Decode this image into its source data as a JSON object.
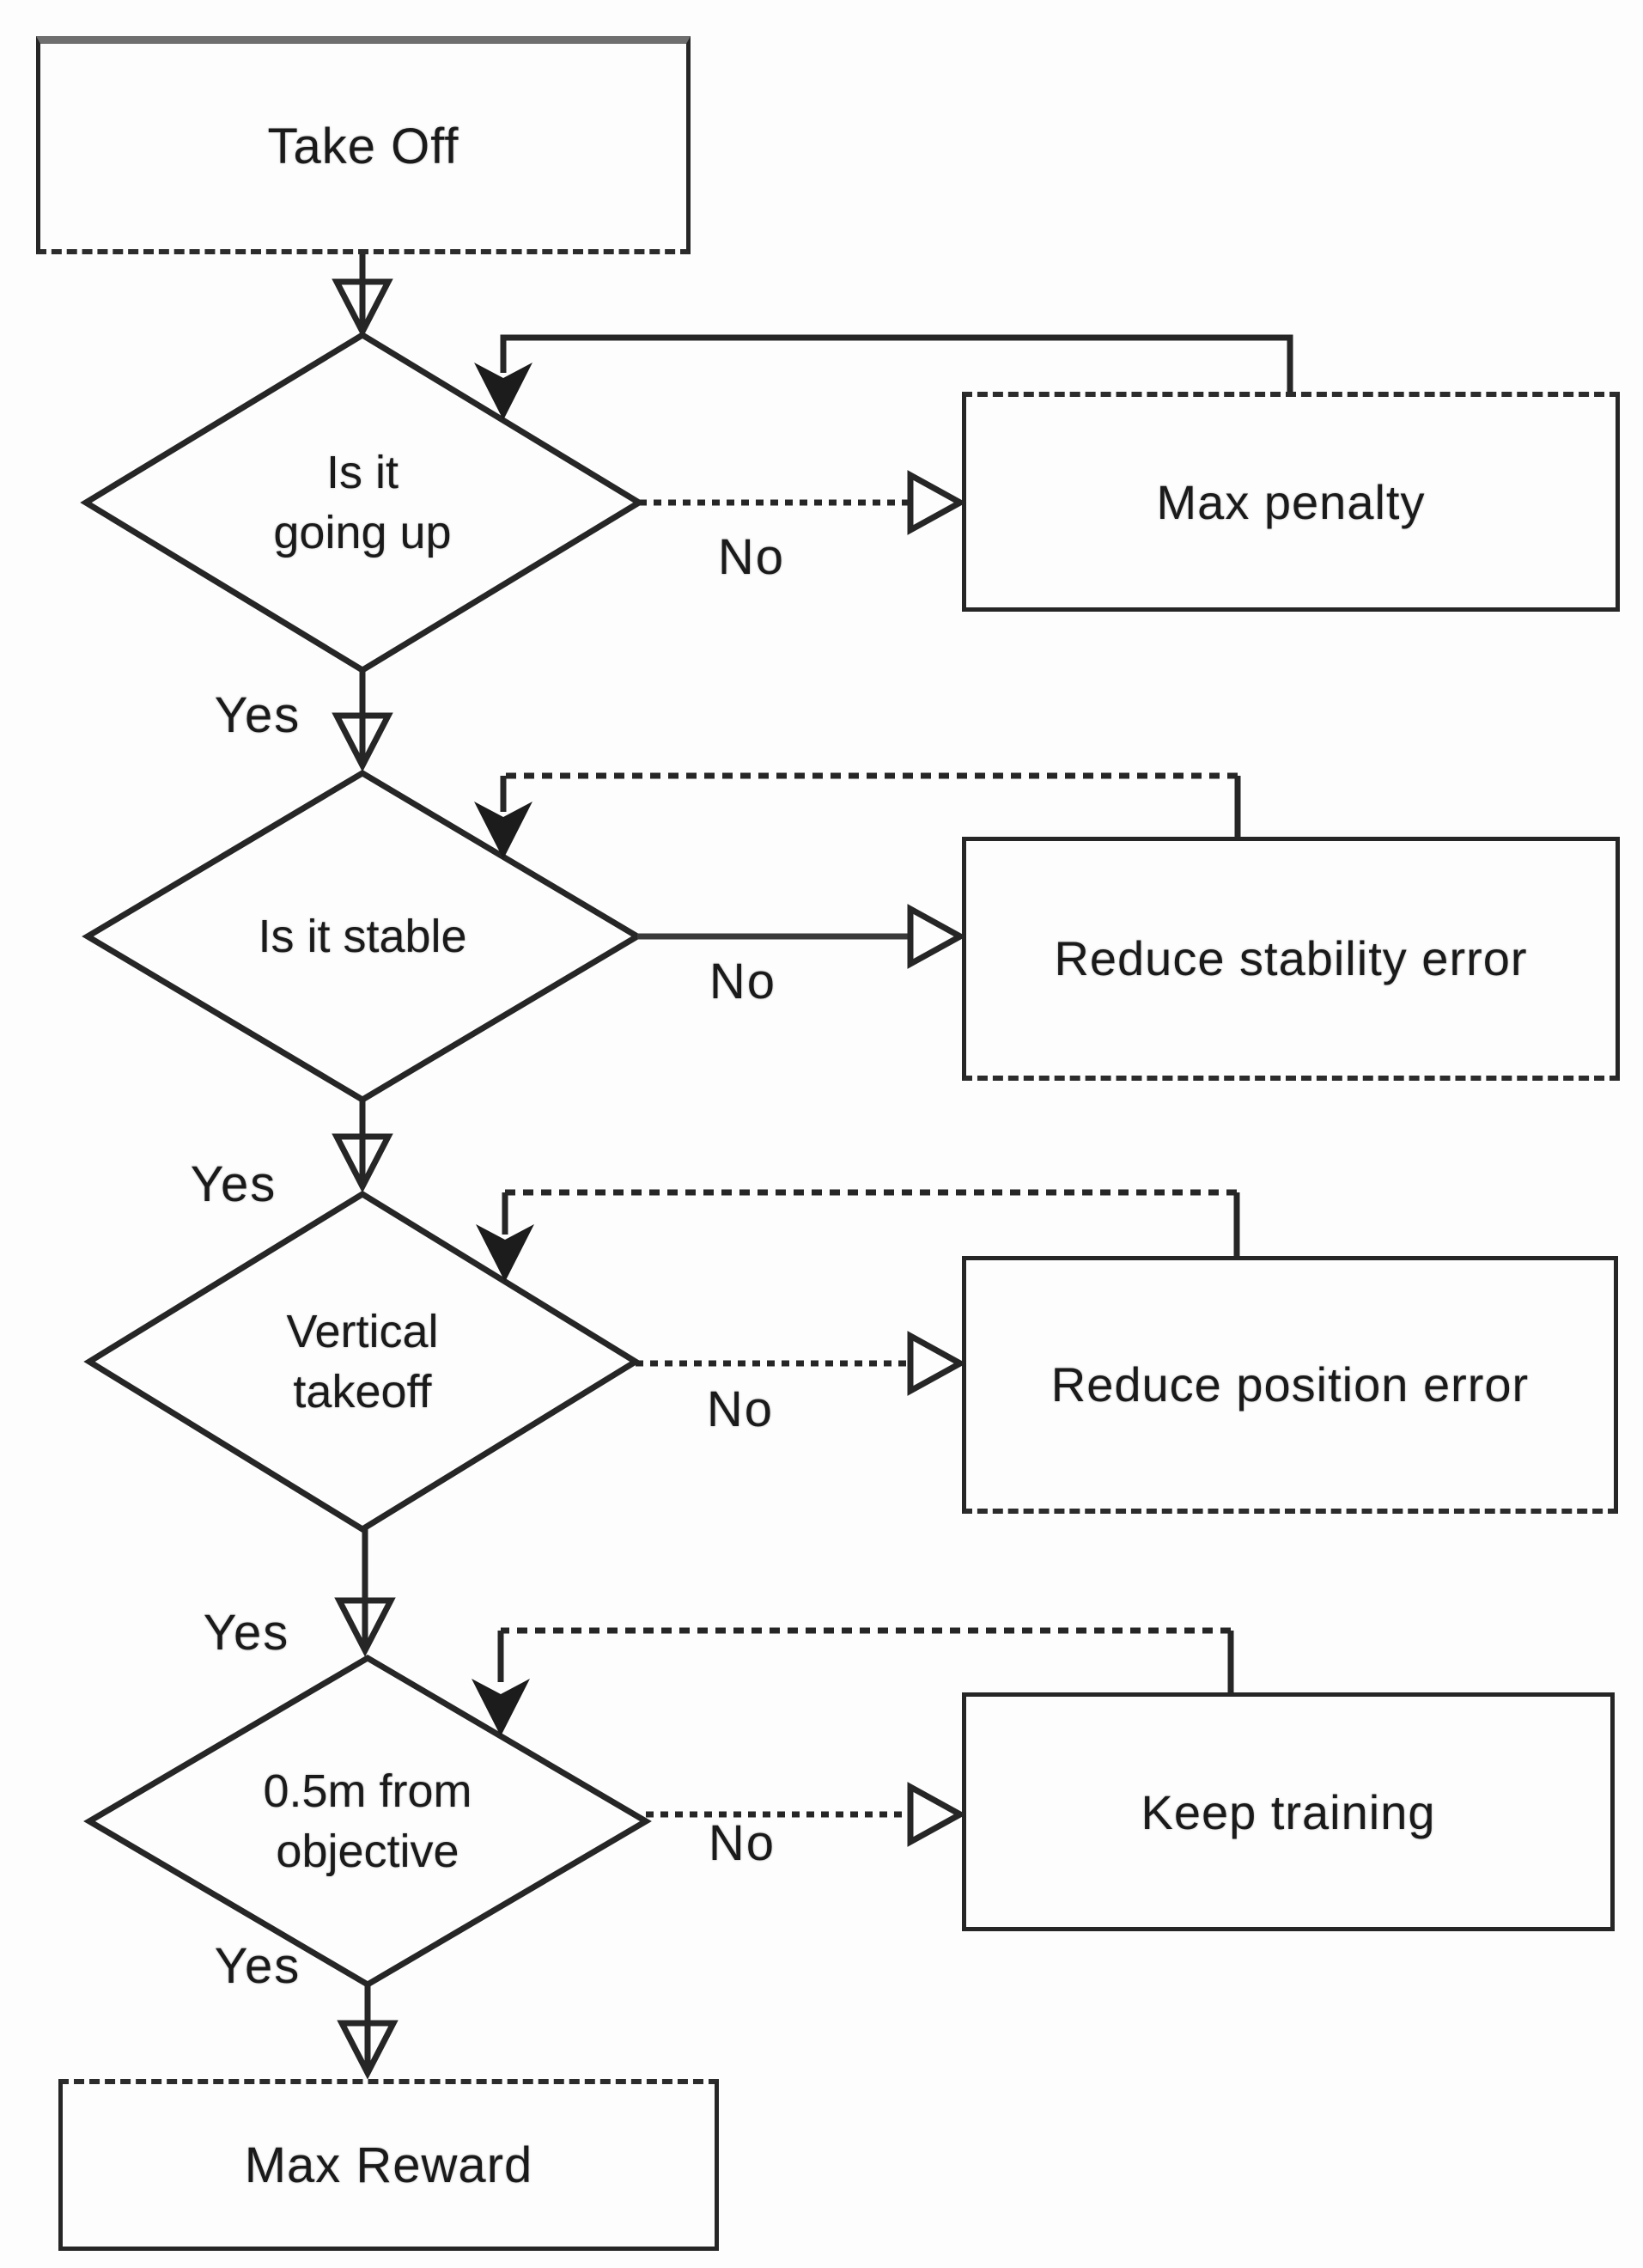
{
  "flow": {
    "type": "flowchart",
    "title_hint": "drone takeoff reward logic",
    "start_label": "Take Off",
    "end_label": "Max Reward",
    "decisions": [
      {
        "question": "Is it\ngoing up",
        "yes_label": "Yes",
        "no_label": "No",
        "no_action": "Max penalty"
      },
      {
        "question": "Is it stable",
        "yes_label": "Yes",
        "no_label": "No",
        "no_action": "Reduce stability error"
      },
      {
        "question": "Vertical\ntakeoff",
        "yes_label": "Yes",
        "no_label": "No",
        "no_action": "Reduce position error"
      },
      {
        "question": "0.5m from\nobjective",
        "yes_label": "Yes",
        "no_label": "No",
        "no_action": "Keep training"
      }
    ],
    "colors": {
      "line": "#262626",
      "text": "#1a1a1a",
      "background": "#fdfdfd"
    }
  }
}
